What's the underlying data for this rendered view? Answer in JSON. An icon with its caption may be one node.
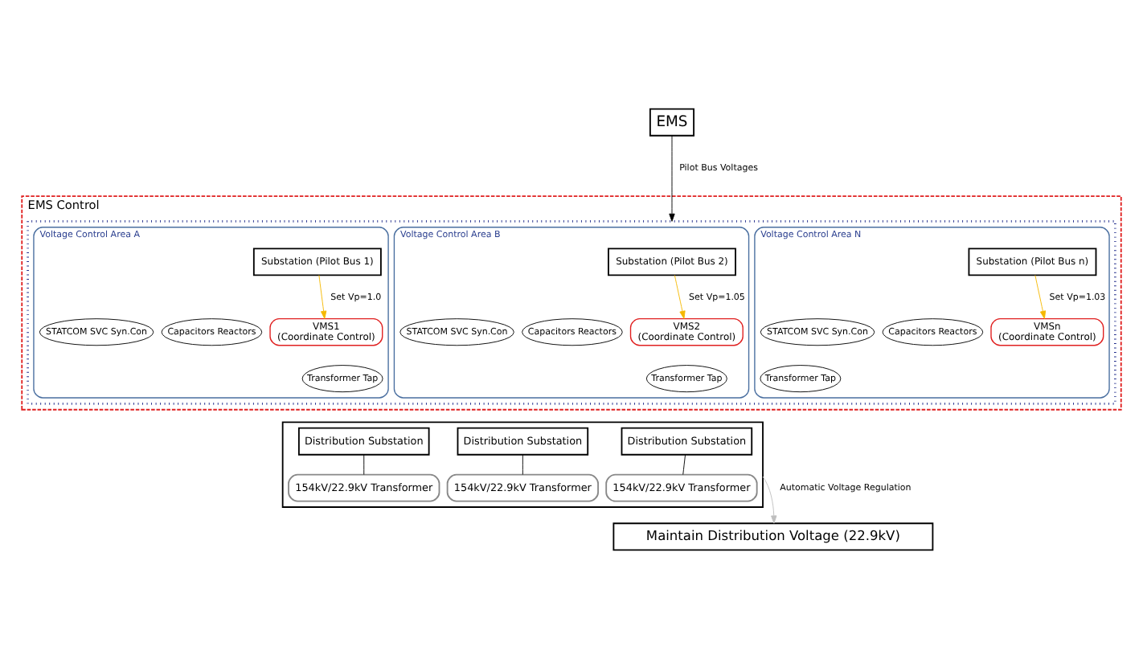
{
  "diagram": {
    "nodes": [
      {
        "text": [
          "EMS"
        ]
      },
      {
        "text": [
          "EMS Control"
        ]
      },
      {
        "text": [],
        "shape": "box",
        "in": 1
      },
      {
        "text": [
          "Voltage Control Area A"
        ],
        "in": 2
      },
      {
        "text": [
          "Substation (Pilot Bus 1)"
        ],
        "in": 3
      },
      {
        "text": [
          "VMS1",
          "(Coordinate Control)"
        ],
        "in": 3
      },
      {
        "text": [
          "Capacitors Reactors"
        ],
        "in": 3
      },
      {
        "text": [
          "STATCOM SVC Syn.Con"
        ],
        "in": 3
      },
      {
        "text": [
          "Transformer Tap"
        ],
        "in": 3
      },
      {
        "text": [
          "Voltage Control Area B"
        ],
        "in": 2
      },
      {
        "text": [
          "Substation (Pilot Bus 2)"
        ],
        "in": 9
      },
      {
        "text": [
          "VMS2",
          "(Coordinate Control)"
        ],
        "in": 9
      },
      {
        "text": [
          "Capacitors Reactors"
        ],
        "in": 9
      },
      {
        "text": [
          "STATCOM SVC Syn.Con"
        ],
        "in": 9
      },
      {
        "text": [
          "Transformer Tap"
        ],
        "in": 9
      },
      {
        "text": [
          "Voltage Control Area N"
        ],
        "in": 2
      },
      {
        "text": [
          "Substation (Pilot Bus n)"
        ],
        "in": 15
      },
      {
        "text": [
          "VMSn",
          "(Coordinate Control)"
        ],
        "in": 15
      },
      {
        "text": [
          "Capacitors Reactors"
        ],
        "in": 15
      },
      {
        "text": [
          "STATCOM SVC Syn.Con"
        ],
        "in": 15
      },
      {
        "text": [
          "Transformer Tap"
        ],
        "in": 15
      },
      {
        "text": [],
        "shape": "box"
      },
      {
        "text": [
          "Distribution Substation"
        ],
        "in": 21
      },
      {
        "text": [
          "154kV/22.9kV Transformer"
        ],
        "in": 21
      },
      {
        "text": [
          "Distribution Substation"
        ],
        "in": 21
      },
      {
        "text": [
          "154kV/22.9kV Transformer"
        ],
        "in": 21
      },
      {
        "text": [
          "Distribution Substation"
        ],
        "in": 21
      },
      {
        "text": [
          "154kV/22.9kV Transformer"
        ],
        "in": 21
      },
      {
        "text": [
          "Maintain Distribution Voltage (22.9kV)"
        ]
      }
    ],
    "edges": [
      {
        "from": 0,
        "to": 2,
        "arrow": "to",
        "label": "Pilot Bus Voltages"
      },
      {
        "from": 4,
        "to": 5,
        "arrow": "to",
        "label": "Set Vp=1.0",
        "color": "#f5b800"
      },
      {
        "from": 10,
        "to": 11,
        "arrow": "to",
        "label": "Set Vp=1.05",
        "color": "#f5b800"
      },
      {
        "from": 16,
        "to": 17,
        "arrow": "to",
        "label": "Set Vp=1.03",
        "color": "#f5b800"
      },
      {
        "from": 22,
        "to": 23,
        "arrow": "none"
      },
      {
        "from": 24,
        "to": 25,
        "arrow": "none"
      },
      {
        "from": 26,
        "to": 27,
        "arrow": "none"
      },
      {
        "from": 21,
        "to": 28,
        "arrow": "to",
        "label": "Automatic Voltage Regulation",
        "color": "#bfbfbf"
      }
    ]
  }
}
